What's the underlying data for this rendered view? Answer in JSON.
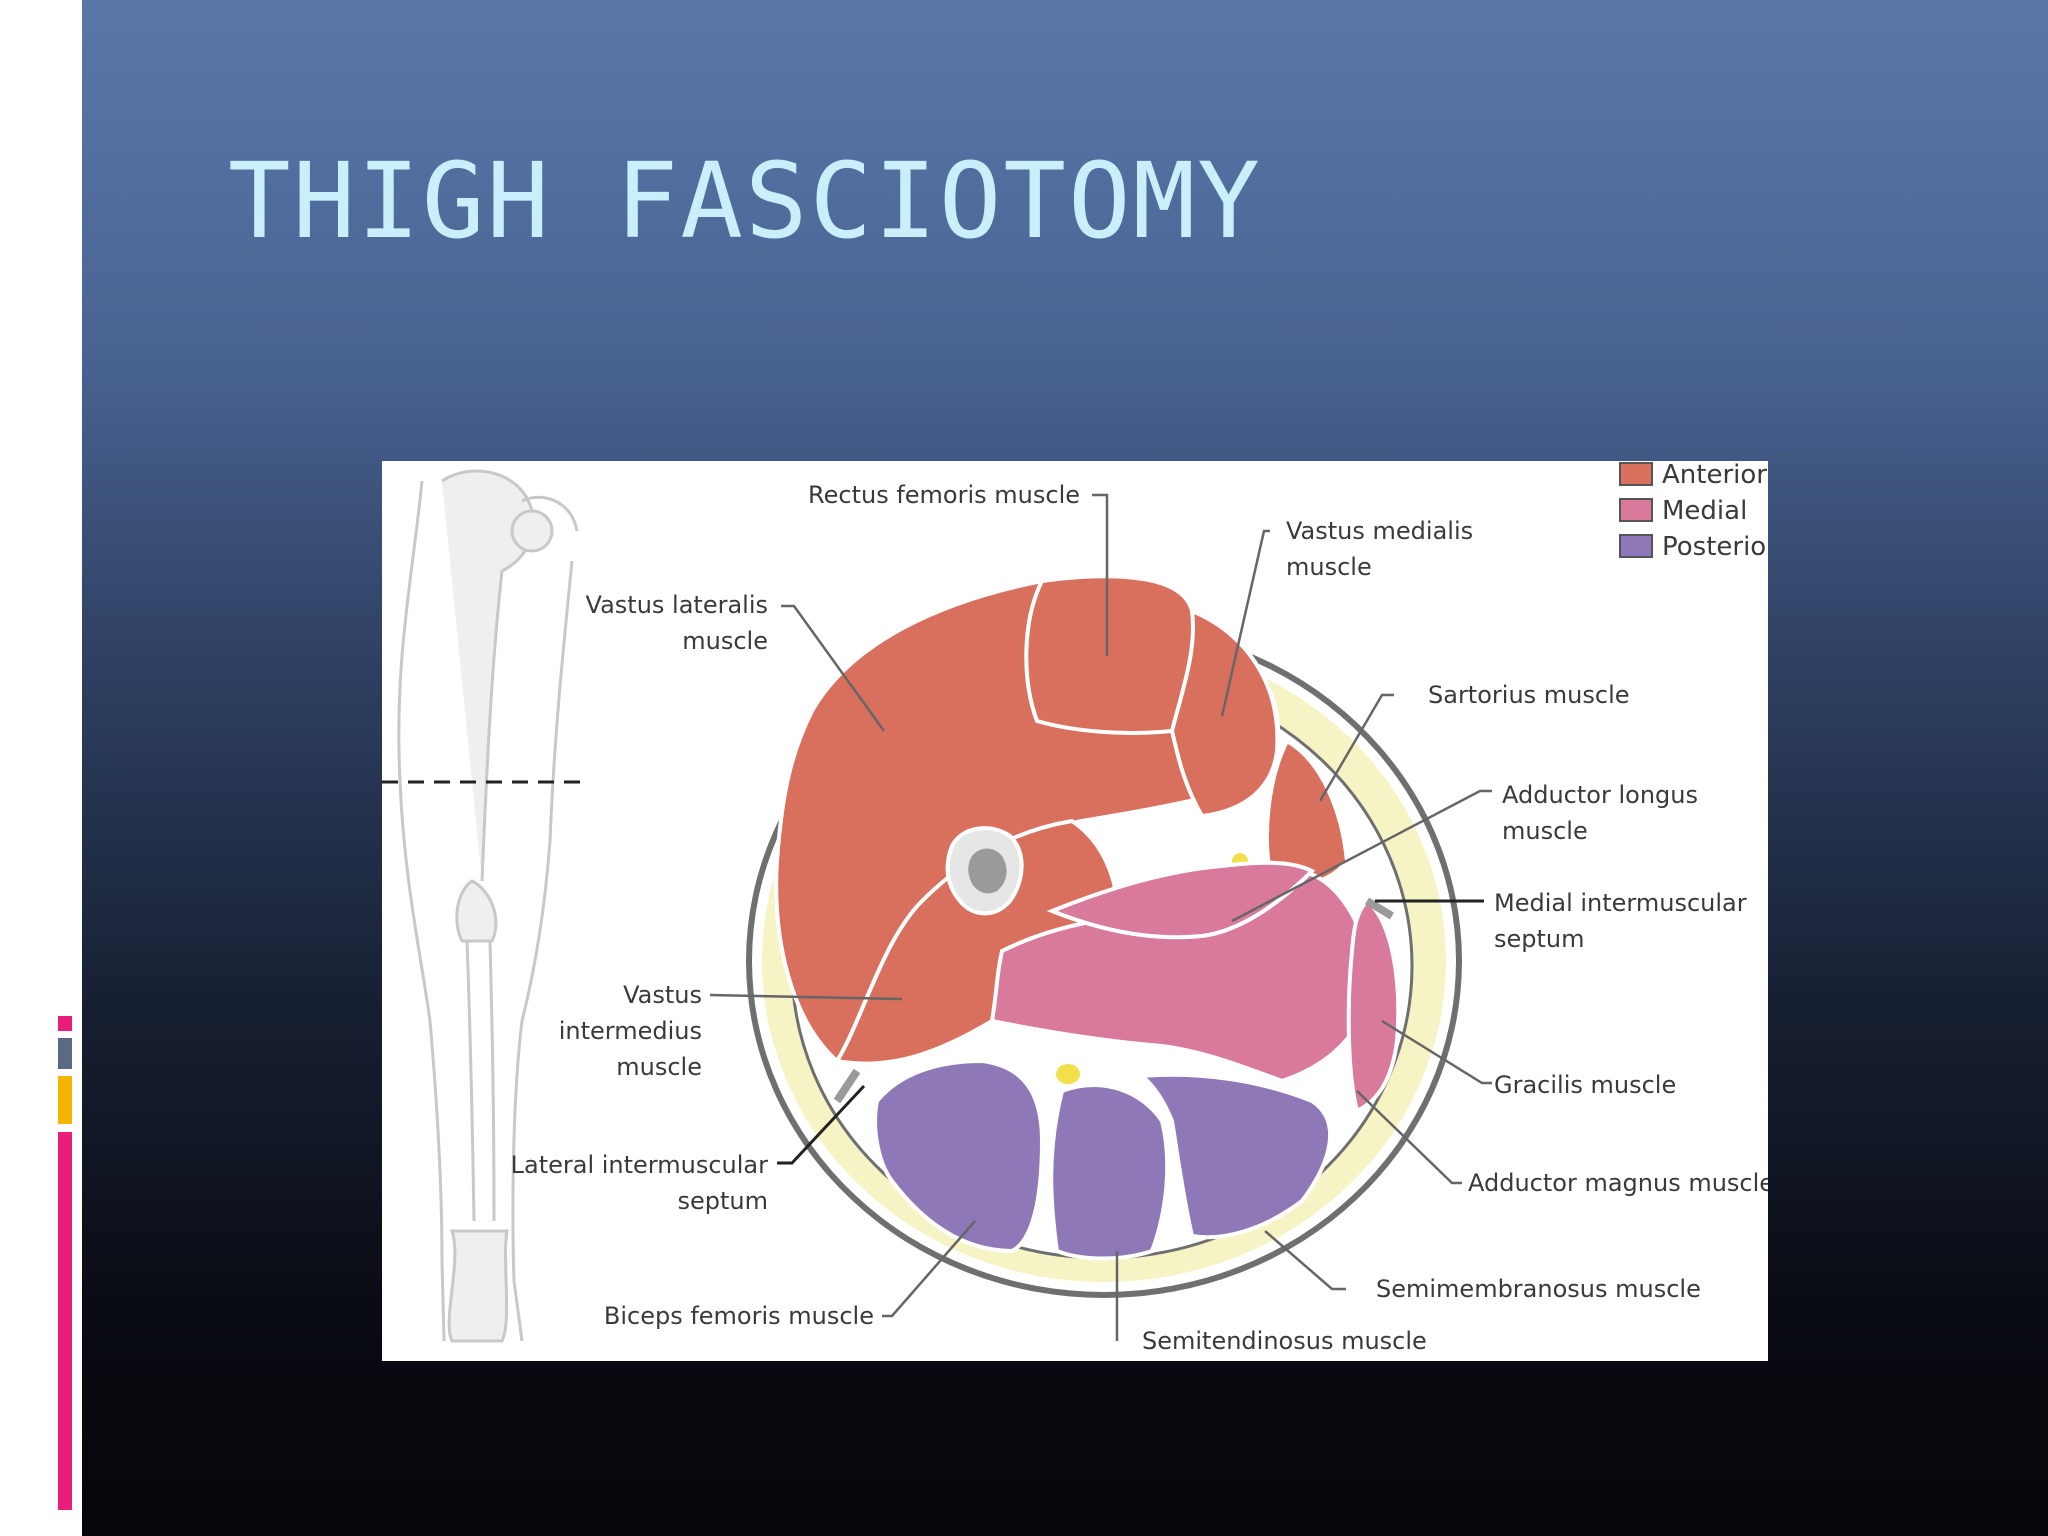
{
  "slide": {
    "title": "THIGH FASCIOTOMY"
  },
  "legend": [
    {
      "label": "Anterior",
      "color": "#d9705e"
    },
    {
      "label": "Medial",
      "color": "#d97a9c"
    },
    {
      "label": "Posterior",
      "color": "#8f78b8"
    }
  ],
  "labels": {
    "rectus_femoris": "Rectus femoris muscle",
    "vastus_medialis_1": "Vastus medialis",
    "vastus_medialis_2": "muscle",
    "vastus_lateralis_1": "Vastus lateralis",
    "vastus_lateralis_2": "muscle",
    "sartorius": "Sartorius muscle",
    "adductor_longus_1": "Adductor longus",
    "adductor_longus_2": "muscle",
    "medial_septum_1": "Medial intermuscular",
    "medial_septum_2": "septum",
    "vastus_intermedius_1": "Vastus",
    "vastus_intermedius_2": "intermedius",
    "vastus_intermedius_3": "muscle",
    "gracilis": "Gracilis muscle",
    "lateral_septum_1": "Lateral intermuscular",
    "lateral_septum_2": "septum",
    "adductor_magnus": "Adductor magnus muscle",
    "biceps_femoris": "Biceps femoris muscle",
    "semimembranosus": "Semimembranosus muscle",
    "semitendinosus": "Semitendinosus muscle"
  },
  "colors": {
    "anterior": "#d9705e",
    "medial": "#d97a9c",
    "posterior": "#8f78b8",
    "fat": "#f6f3c4",
    "stripe_pink": "#e91e7a",
    "stripe_slate": "#5a6a85",
    "stripe_amber": "#f5b400"
  }
}
